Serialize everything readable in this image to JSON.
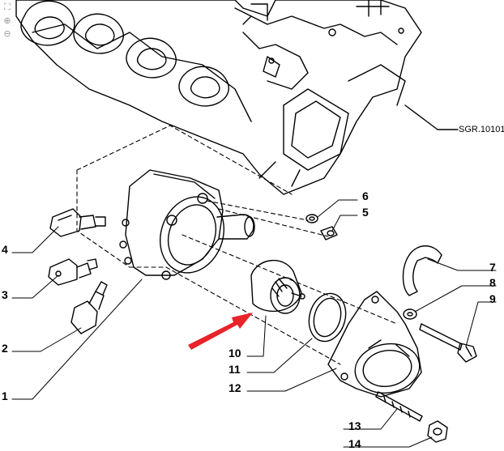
{
  "toolbar": {
    "items": [
      {
        "name": "fit-page-icon",
        "glyph": "⛶"
      },
      {
        "name": "zoom-in-icon",
        "glyph": "⊕"
      },
      {
        "name": "zoom-out-icon",
        "glyph": "⊖"
      }
    ]
  },
  "diagram": {
    "reference": "SGR.10101",
    "callouts": [
      "1",
      "2",
      "3",
      "4",
      "5",
      "6",
      "7",
      "8",
      "9",
      "10",
      "11",
      "12",
      "13",
      "14"
    ],
    "arrow_color": "#e8232a",
    "line_color": "#000000"
  }
}
